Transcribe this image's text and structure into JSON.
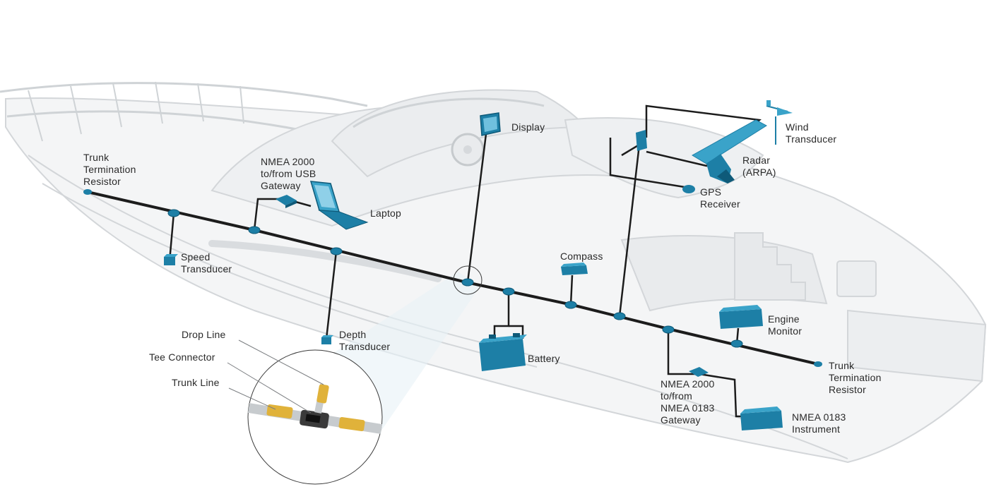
{
  "colors": {
    "trunk": "#1c1c1c",
    "device": "#1d7fa6",
    "device_light": "#3aa3c9",
    "hull_stroke": "#d6d9dc",
    "hull_fill": "#f3f4f5",
    "connector_yellow": "#e0b23a"
  },
  "labels": {
    "trunk_termination_left": "Trunk\nTermination\nResistor",
    "usb_gateway": "NMEA 2000\nto/from USB\nGateway",
    "laptop": "Laptop",
    "display": "Display",
    "wind_transducer": "Wind\nTransducer",
    "radar": "Radar\n(ARPA)",
    "gps_receiver": "GPS\nReceiver",
    "speed_transducer": "Speed\nTransducer",
    "compass": "Compass",
    "engine_monitor": "Engine\nMonitor",
    "depth_transducer": "Depth\nTransducer",
    "battery": "Battery",
    "trunk_termination_right": "Trunk\nTermination\nResistor",
    "nmea0183_gateway": "NMEA 2000\nto/from\nNMEA 0183\nGateway",
    "nmea0183_instrument": "NMEA 0183\nInstrument",
    "drop_line": "Drop Line",
    "tee_connector": "Tee Connector",
    "trunk_line": "Trunk Line"
  }
}
